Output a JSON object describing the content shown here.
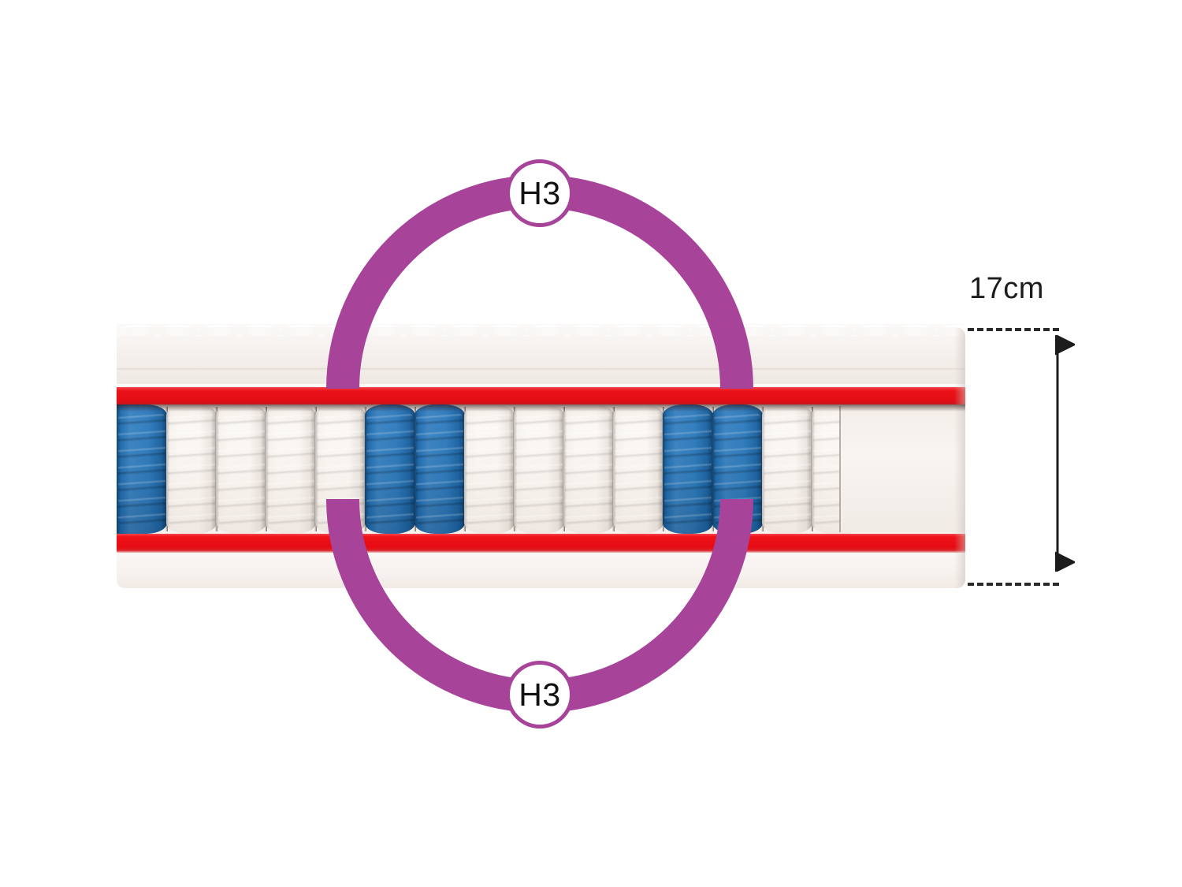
{
  "figure": {
    "title": "Mattress cross-section with firmness zones",
    "background_color": "#ffffff"
  },
  "colors": {
    "accent_purple": "#A8439A",
    "spring_blue": "#2a76b9",
    "spring_white": "#f7f2ed",
    "red_band": "#ea1219",
    "foam_cream": "#f6f1ed",
    "text_black": "#1c1c1c"
  },
  "firmness": {
    "top_badge_label": "H3",
    "bottom_badge_label": "H3"
  },
  "dimension": {
    "height_label": "17cm",
    "top_guide": "dashed-guide-line",
    "bottom_guide": "dashed-guide-line",
    "arrow": "double-headed-vertical-arrow"
  },
  "mattress": {
    "layers": [
      {
        "name": "quilted-top-cover",
        "color": "#f4efeb"
      },
      {
        "name": "comfort-foam-layer",
        "color": "#f7f2ee"
      },
      {
        "name": "red-border-band-top",
        "color": "#ea1219"
      },
      {
        "name": "pocket-spring-core",
        "color": "#f6f1ed"
      },
      {
        "name": "red-border-band-bottom",
        "color": "#ea1219"
      },
      {
        "name": "base-foam-layer",
        "color": "#f6f1ed"
      }
    ],
    "springs": [
      {
        "index": 0,
        "color": "blue",
        "clipped": true
      },
      {
        "index": 1,
        "color": "white",
        "clipped": false
      },
      {
        "index": 2,
        "color": "white",
        "clipped": false
      },
      {
        "index": 3,
        "color": "white",
        "clipped": false
      },
      {
        "index": 4,
        "color": "white",
        "clipped": false
      },
      {
        "index": 5,
        "color": "blue",
        "clipped": false
      },
      {
        "index": 6,
        "color": "blue",
        "clipped": false
      },
      {
        "index": 7,
        "color": "white",
        "clipped": false
      },
      {
        "index": 8,
        "color": "white",
        "clipped": false
      },
      {
        "index": 9,
        "color": "white",
        "clipped": false
      },
      {
        "index": 10,
        "color": "white",
        "clipped": false
      },
      {
        "index": 11,
        "color": "blue",
        "clipped": false
      },
      {
        "index": 12,
        "color": "blue",
        "clipped": false
      },
      {
        "index": 13,
        "color": "white",
        "clipped": false
      },
      {
        "index": 14,
        "color": "white",
        "clipped": false
      }
    ],
    "spring_count": 15,
    "blue_spring_count": 5,
    "white_spring_count": 10
  }
}
